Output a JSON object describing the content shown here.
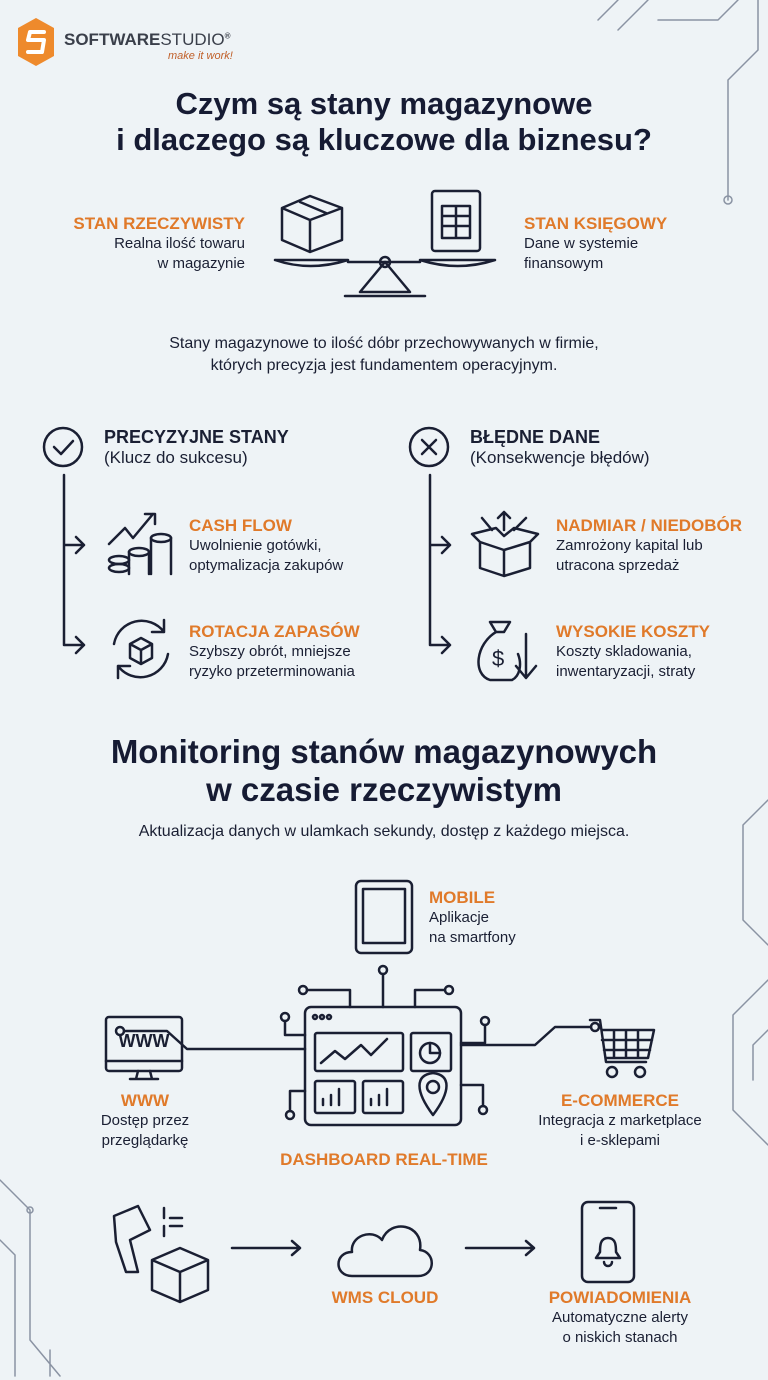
{
  "logo": {
    "name_bold": "SOFTWARE",
    "name_light": "STUDIO",
    "reg": "®",
    "tagline": "make it work!"
  },
  "section1": {
    "title_line1": "Czym są stany magazynowe",
    "title_line2": "i dlaczego są kluczowe dla biznesu?",
    "left": {
      "title": "STAN RZECZYWISTY",
      "line1": "Realna ilość towaru",
      "line2": "w magazynie"
    },
    "right": {
      "title": "STAN KSIĘGOWY",
      "line1": "Dane w systemie",
      "line2": "finansowym"
    },
    "desc_line1": "Stany magazynowe to ilość dóbr przechowywanych w firmie,",
    "desc_line2": "których precyzja jest fundamentem operacyjnym."
  },
  "good": {
    "title": "PRECYZYJNE STANY",
    "subtitle": "(Klucz do sukcesu)",
    "items": [
      {
        "title": "CASH FLOW",
        "line1": "Uwolnienie gotówki,",
        "line2": "optymalizacja zakupów"
      },
      {
        "title": "ROTACJA ZAPASÓW",
        "line1": "Szybszy obrót, mniejsze",
        "line2": "ryzyko przeterminowania"
      }
    ]
  },
  "bad": {
    "title": "BŁĘDNE DANE",
    "subtitle": "(Konsekwencje błędów)",
    "items": [
      {
        "title": "NADMIAR / NIEDOBÓR",
        "line1": "Zamrożony kapital lub",
        "line2": "utracona sprzedaż"
      },
      {
        "title": "WYSOKIE KOSZTY",
        "line1": "Koszty skladowania,",
        "line2": "inwentaryzacji, straty"
      }
    ]
  },
  "section2": {
    "title_line1": "Monitoring stanów magazynowych",
    "title_line2": "w czasie rzeczywistym",
    "subtitle": "Aktualizacja danych w ulamkach sekundy, dostęp z każdego miejsca.",
    "mobile": {
      "title": "MOBILE",
      "line1": "Aplikacje",
      "line2": "na smartfony"
    },
    "www": {
      "icon_text": "WWW",
      "title": "WWW",
      "line1": "Dostęp przez",
      "line2": "przeglądarkę"
    },
    "ecommerce": {
      "title": "E-COMMERCE",
      "line1": "Integracja z marketplace",
      "line2": "i e-sklepami"
    },
    "dashboard": {
      "title": "DASHBOARD REAL-TIME"
    },
    "wms": {
      "title": "WMS CLOUD"
    },
    "alerts": {
      "title": "POWIADOMIENIA",
      "line1": "Automatyczne alerty",
      "line2": "o niskich stanach"
    }
  },
  "colors": {
    "accent": "#e07a2a",
    "text": "#1a1f33",
    "background": "#eef3f6"
  }
}
